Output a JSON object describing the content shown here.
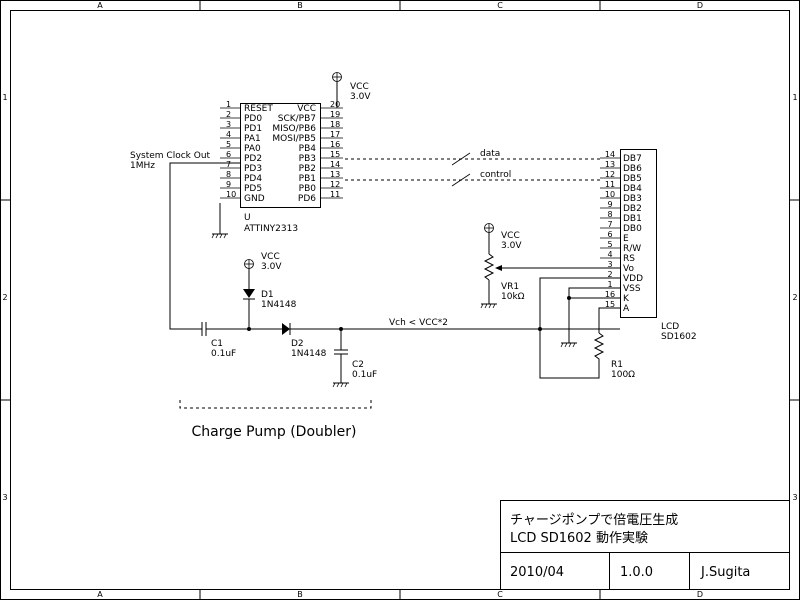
{
  "border": {
    "cols": [
      "A",
      "B",
      "C",
      "D"
    ],
    "rows": [
      "1",
      "2",
      "3"
    ]
  },
  "mcu": {
    "ref": "U",
    "part": "ATTINY2313",
    "left_pins": [
      {
        "num": "1",
        "name": "RESET"
      },
      {
        "num": "2",
        "name": "PD0"
      },
      {
        "num": "3",
        "name": "PD1"
      },
      {
        "num": "4",
        "name": "PA1"
      },
      {
        "num": "5",
        "name": "PA0"
      },
      {
        "num": "6",
        "name": "PD2"
      },
      {
        "num": "7",
        "name": "PD3"
      },
      {
        "num": "8",
        "name": "PD4"
      },
      {
        "num": "9",
        "name": "PD5"
      },
      {
        "num": "10",
        "name": "GND"
      }
    ],
    "right_pins": [
      {
        "num": "20",
        "name": "VCC"
      },
      {
        "num": "19",
        "name": "SCK/PB7"
      },
      {
        "num": "18",
        "name": "MISO/PB6"
      },
      {
        "num": "17",
        "name": "MOSI/PB5"
      },
      {
        "num": "16",
        "name": "PB4"
      },
      {
        "num": "15",
        "name": "PB3"
      },
      {
        "num": "14",
        "name": "PB2"
      },
      {
        "num": "13",
        "name": "PB1"
      },
      {
        "num": "12",
        "name": "PB0"
      },
      {
        "num": "11",
        "name": "PD6"
      }
    ]
  },
  "lcd": {
    "ref": "LCD",
    "part": "SD1602",
    "pins": [
      {
        "num": "14",
        "name": "DB7"
      },
      {
        "num": "13",
        "name": "DB6"
      },
      {
        "num": "12",
        "name": "DB5"
      },
      {
        "num": "11",
        "name": "DB4"
      },
      {
        "num": "10",
        "name": "DB3"
      },
      {
        "num": "9",
        "name": "DB2"
      },
      {
        "num": "8",
        "name": "DB1"
      },
      {
        "num": "7",
        "name": "DB0"
      },
      {
        "num": "6",
        "name": "E"
      },
      {
        "num": "5",
        "name": "R/W"
      },
      {
        "num": "4",
        "name": "RS"
      },
      {
        "num": "3",
        "name": "Vo"
      },
      {
        "num": "2",
        "name": "VDD"
      },
      {
        "num": "1",
        "name": "VSS"
      },
      {
        "num": "16",
        "name": "K"
      },
      {
        "num": "15",
        "name": "A"
      }
    ]
  },
  "power": {
    "vcc_mcu": {
      "name": "VCC",
      "value": "3.0V"
    },
    "vcc_vr": {
      "name": "VCC",
      "value": "3.0V"
    },
    "vcc_d1": {
      "name": "VCC",
      "value": "3.0V"
    }
  },
  "labels": {
    "clock_line1": "System Clock Out",
    "clock_line2": "1MHz",
    "bus_data": "data",
    "bus_control": "control",
    "vch": "Vch < VCC*2",
    "charge_pump": "Charge Pump (Doubler)"
  },
  "components": {
    "c1": {
      "ref": "C1",
      "value": "0.1uF"
    },
    "c2": {
      "ref": "C2",
      "value": "0.1uF"
    },
    "d1": {
      "ref": "D1",
      "value": "1N4148"
    },
    "d2": {
      "ref": "D2",
      "value": "1N4148"
    },
    "vr1": {
      "ref": "VR1",
      "value": "10kΩ"
    },
    "r1": {
      "ref": "R1",
      "value": "100Ω"
    }
  },
  "title_block": {
    "title_line1": "チャージポンプで倍電圧生成",
    "title_line2": "LCD SD1602 動作実験",
    "date": "2010/04",
    "version": "1.0.0",
    "author": "J.Sugita"
  }
}
